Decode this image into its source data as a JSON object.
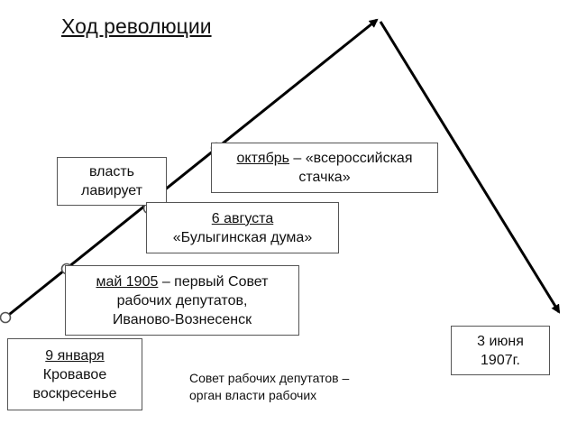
{
  "title": "Ход революции",
  "events": {
    "jan9": {
      "date": "9 января",
      "text1": "Кровавое",
      "text2": "воскресенье"
    },
    "may1905": {
      "date": "май 1905",
      "rest1": " – первый Совет",
      "line2": "рабочих депутатов,",
      "line3": "Иваново-Вознесенск"
    },
    "power": {
      "line1": "власть",
      "line2": "лавирует"
    },
    "aug6": {
      "date": "6 августа",
      "line2": "«Булыгинская дума»"
    },
    "october": {
      "date": "октябрь",
      "rest1": " – «всероссийская",
      "line2": "стачка»"
    },
    "june3": {
      "line1": "3 июня",
      "line2": "1907г."
    }
  },
  "note": {
    "line1": "Совет рабочих депутатов –",
    "line2": "орган власти рабочих"
  },
  "colors": {
    "line": "#000000",
    "border": "#555555",
    "marker": "#555555"
  }
}
